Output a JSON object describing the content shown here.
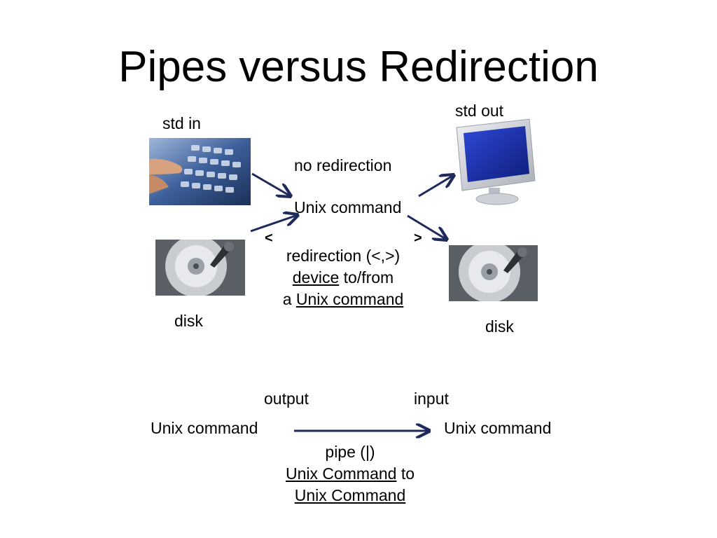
{
  "slide": {
    "title": "Pipes versus Redirection"
  },
  "redirection": {
    "std_in": "std in",
    "std_out": "std out",
    "no_redirection": "no redirection",
    "unix_command": "Unix command",
    "less_than": "<",
    "greater_than": ">",
    "caption_line1": "redirection (<,>)",
    "caption_line2_link": "device",
    "caption_line2_rest": " to/from",
    "caption_line3_prefix": "a ",
    "caption_line3_link": "Unix command",
    "disk_left": "disk",
    "disk_right": "disk"
  },
  "pipe": {
    "output": "output",
    "input": "input",
    "left_command": "Unix command",
    "right_command": "Unix command",
    "caption_line1": "pipe (|)",
    "caption_line2_link": "Unix Command",
    "caption_line2_rest": " to",
    "caption_line3_link": "Unix Command"
  },
  "colors": {
    "arrow": "#1f2a5c",
    "monitor_screen": "#1a2fa8",
    "monitor_body": "#c8ccd2"
  },
  "icons": [
    "keyboard-image-icon",
    "monitor-icon",
    "hard-disk-icon"
  ]
}
